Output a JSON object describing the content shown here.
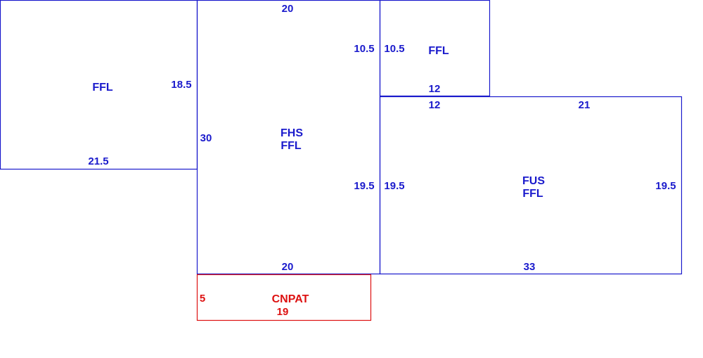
{
  "colors": {
    "floor": "#1a1acc",
    "patio": "#dd1111"
  },
  "areas": {
    "left_ffl": {
      "label": "FFL",
      "dim_right": "18.5",
      "dim_bottom": "21.5"
    },
    "center_fhs": {
      "label_line1": "FHS",
      "label_line2": "FFL",
      "dim_top": "20",
      "dim_left": "30",
      "dim_right_upper": "10.5",
      "dim_right_lower": "19.5",
      "dim_bottom": "20"
    },
    "top_right_ffl": {
      "label": "FFL",
      "dim_left": "10.5",
      "dim_bottom": "12"
    },
    "right_fus": {
      "label_line1": "FUS",
      "label_line2": "FFL",
      "dim_top_left": "12",
      "dim_top_right": "21",
      "dim_left": "19.5",
      "dim_right": "19.5",
      "dim_bottom": "33"
    },
    "patio": {
      "label": "CNPAT",
      "dim_left": "5",
      "dim_bottom": "19"
    }
  }
}
